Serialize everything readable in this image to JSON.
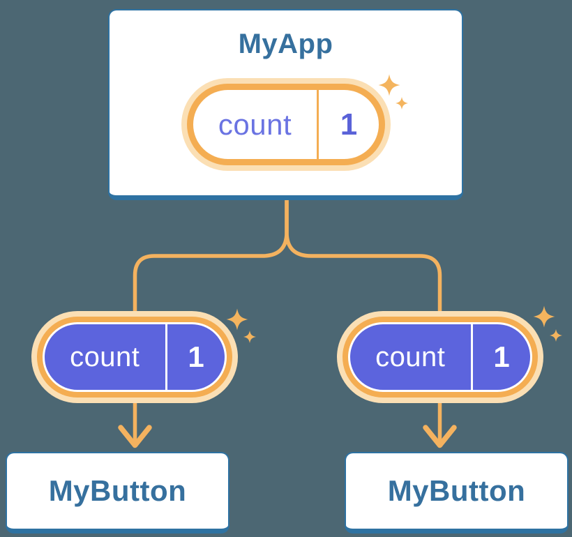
{
  "tree": {
    "root": {
      "title": "MyApp",
      "state_pill": {
        "label": "count",
        "value": "1"
      }
    },
    "children": [
      {
        "title": "MyButton",
        "state_pill": {
          "label": "count",
          "value": "1"
        }
      },
      {
        "title": "MyButton",
        "state_pill": {
          "label": "count",
          "value": "1"
        }
      }
    ]
  },
  "colors": {
    "canvas_background": "#4c6773",
    "card_background": "#ffffff",
    "card_border": "#2e72a2",
    "title_text": "#36709e",
    "connector_orange": "#f4b25f",
    "pill_ring_orange": "#f4ad52",
    "pill_glow": "#fbdfb4",
    "pill_fill_purple": "#5c64dd",
    "pill_label_purple": "#6a73e2",
    "pill_value_purple": "#5a62d8",
    "pill_text_white": "#ffffff",
    "sparkle_orange": "#f4b45e"
  },
  "icons": {
    "sparkle_large": "sparkle-icon",
    "sparkle_small": "sparkle-icon"
  }
}
